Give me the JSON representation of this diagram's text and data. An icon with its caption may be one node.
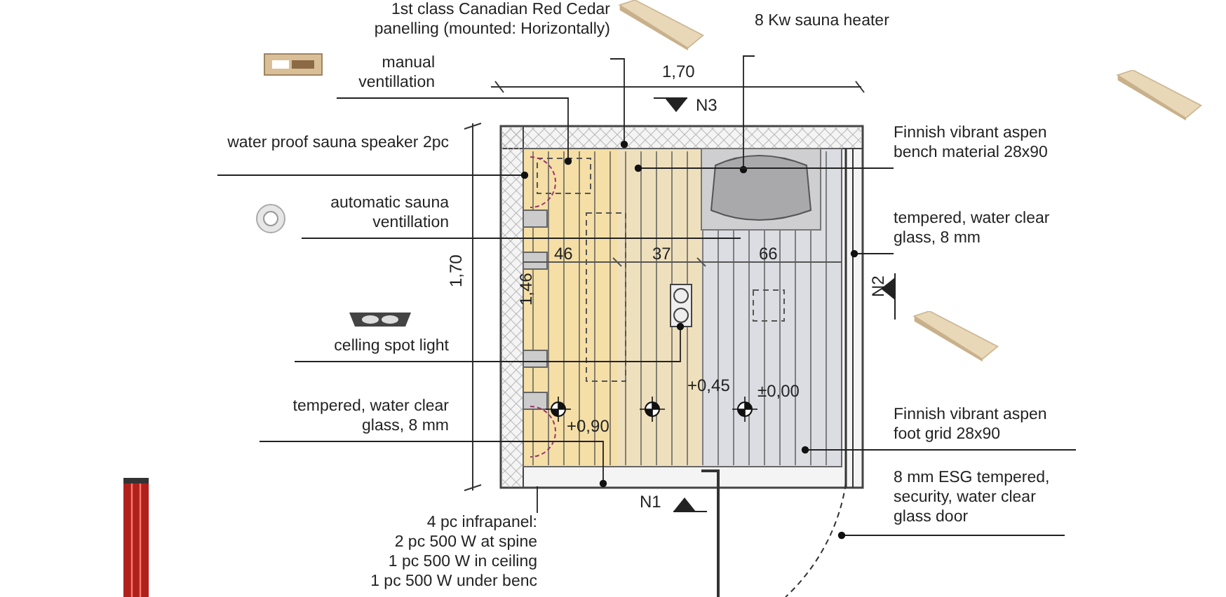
{
  "diagram": {
    "nodes": [
      {
        "text": [
          "1st class Canadian Red Cedar panelling (mounted: Horizontally)"
        ]
      },
      {
        "text": [
          "manual ventillation"
        ]
      },
      {
        "text": [
          "water proof sauna speaker 2pc"
        ]
      },
      {
        "text": [
          "automatic sauna ventillation"
        ]
      },
      {
        "text": [
          "celling spot light"
        ]
      },
      {
        "text": [
          "tempered, water clear glass, 8 mm"
        ]
      },
      {
        "text": [
          "4 pc infrapanel:",
          "2 pc 500 W at spine",
          "1 pc 500 W in ceiling",
          "1 pc 500 W under benc"
        ]
      },
      {
        "text": [
          "8 Kw sauna heater"
        ]
      },
      {
        "text": [
          "Finnish vibrant aspen bench material 28x90"
        ]
      },
      {
        "text": [
          "tempered, water clear glass, 8 mm"
        ]
      },
      {
        "text": [
          "Finnish vibrant aspen foot grid 28x90"
        ]
      },
      {
        "text": [
          "8 mm ESG tempered, security, water clear glass door"
        ]
      }
    ],
    "edges": [
      {
        "from": 0,
        "to": null,
        "arrow": "other"
      },
      {
        "from": 1,
        "to": null,
        "arrow": "other"
      },
      {
        "from": 2,
        "to": null,
        "arrow": "other"
      },
      {
        "from": 3,
        "to": null,
        "arrow": "none"
      },
      {
        "from": 4,
        "to": null,
        "arrow": "other"
      },
      {
        "from": 5,
        "to": null,
        "arrow": "other"
      },
      {
        "from": 6,
        "to": null,
        "arrow": "none"
      },
      {
        "from": 7,
        "to": null,
        "arrow": "other"
      },
      {
        "from": 8,
        "to": null,
        "arrow": "other"
      },
      {
        "from": 9,
        "to": null,
        "arrow": "other"
      },
      {
        "from": 10,
        "to": null,
        "arrow": "other"
      },
      {
        "from": 11,
        "to": null,
        "arrow": "other"
      }
    ],
    "labels": [
      "1,70",
      "N3",
      "1,70",
      "46",
      "37",
      "66",
      "1,46",
      "+0,45",
      "±0,00",
      "+0,90",
      "N2",
      "N1"
    ]
  }
}
